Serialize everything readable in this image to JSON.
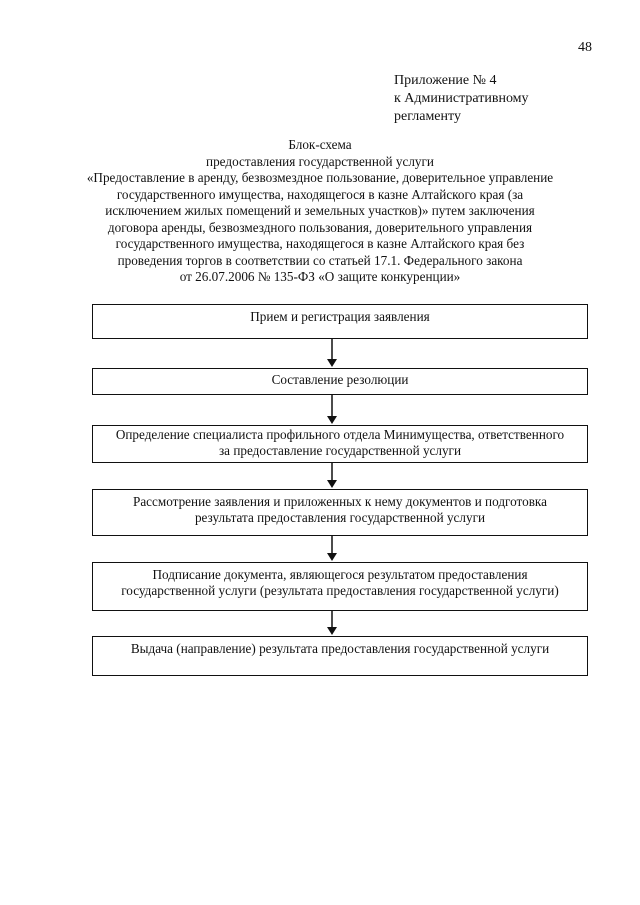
{
  "page_number": "48",
  "appendix": {
    "lines": [
      "Приложение № 4",
      "к Административному",
      "регламенту"
    ]
  },
  "heading": {
    "lines": [
      "Блок-схема",
      "предоставления государственной услуги",
      "«Предоставление в аренду, безвозмездное пользование, доверительное управление",
      "государственного имущества, находящегося в казне Алтайского края (за",
      "исключением жилых помещений и земельных участков)» путем заключения",
      "договора аренды, безвозмездного пользования, доверительного управления",
      "государственного имущества, находящегося в казне Алтайского края без",
      "проведения торгов в соответствии со статьей 17.1. Федерального закона",
      "от 26.07.2006 № 135-ФЗ «О защите конкуренции»"
    ]
  },
  "flowchart": {
    "steps": [
      {
        "lines": [
          "Прием и регистрация заявления"
        ]
      },
      {
        "lines": [
          "Составление резолюции"
        ]
      },
      {
        "lines": [
          "Определение специалиста профильного отдела Минимущества, ответственного",
          "за предоставление государственной услуги"
        ]
      },
      {
        "lines": [
          "Рассмотрение заявления и приложенных к нему документов и подготовка",
          "результата предоставления государственной услуги"
        ]
      },
      {
        "lines": [
          "Подписание документа, являющегося результатом предоставления",
          "государственной услуги (результата предоставления государственной услуги)"
        ]
      },
      {
        "lines": [
          "Выдача (направление) результата предоставления государственной услуги"
        ]
      }
    ]
  }
}
